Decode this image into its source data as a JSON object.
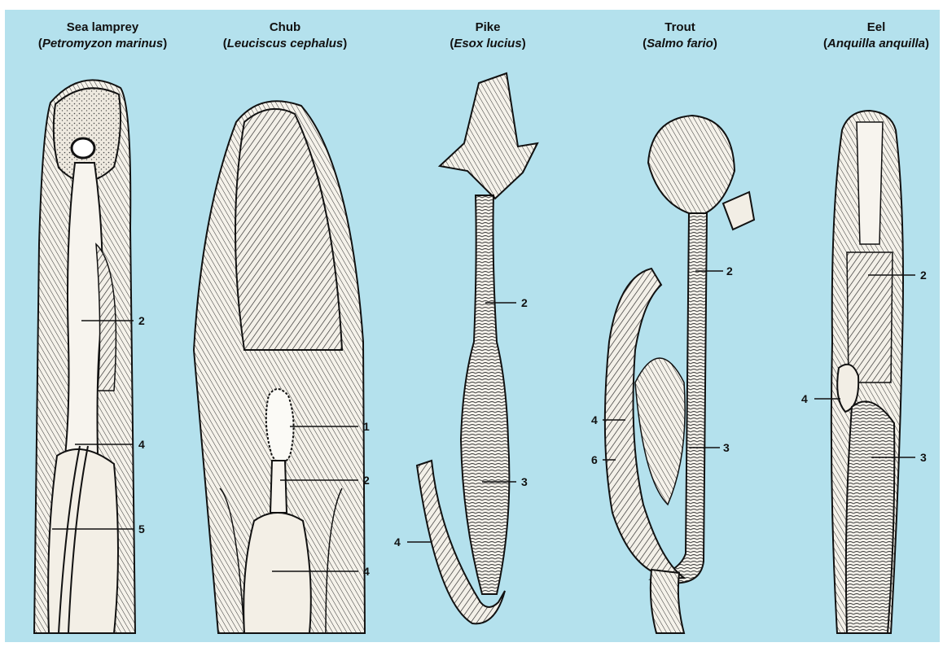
{
  "colors": {
    "background": "#b4e1ed",
    "ink": "#111111",
    "organ_fill": "#f7f4ee"
  },
  "specimens": [
    {
      "common_name": "Sea lamprey",
      "scientific_name": "Petromyzon marinus",
      "callouts": [
        "2",
        "4",
        "5"
      ]
    },
    {
      "common_name": "Chub",
      "scientific_name": "Leuciscus cephalus",
      "callouts": [
        "1",
        "2",
        "4"
      ]
    },
    {
      "common_name": "Pike",
      "scientific_name": "Esox lucius",
      "callouts": [
        "2",
        "3",
        "4"
      ]
    },
    {
      "common_name": "Trout",
      "scientific_name": "Salmo fario",
      "callouts": [
        "2",
        "4",
        "6",
        "3"
      ]
    },
    {
      "common_name": "Eel",
      "scientific_name": "Anquilla anquilla",
      "callouts": [
        "2",
        "4",
        "3"
      ]
    }
  ]
}
